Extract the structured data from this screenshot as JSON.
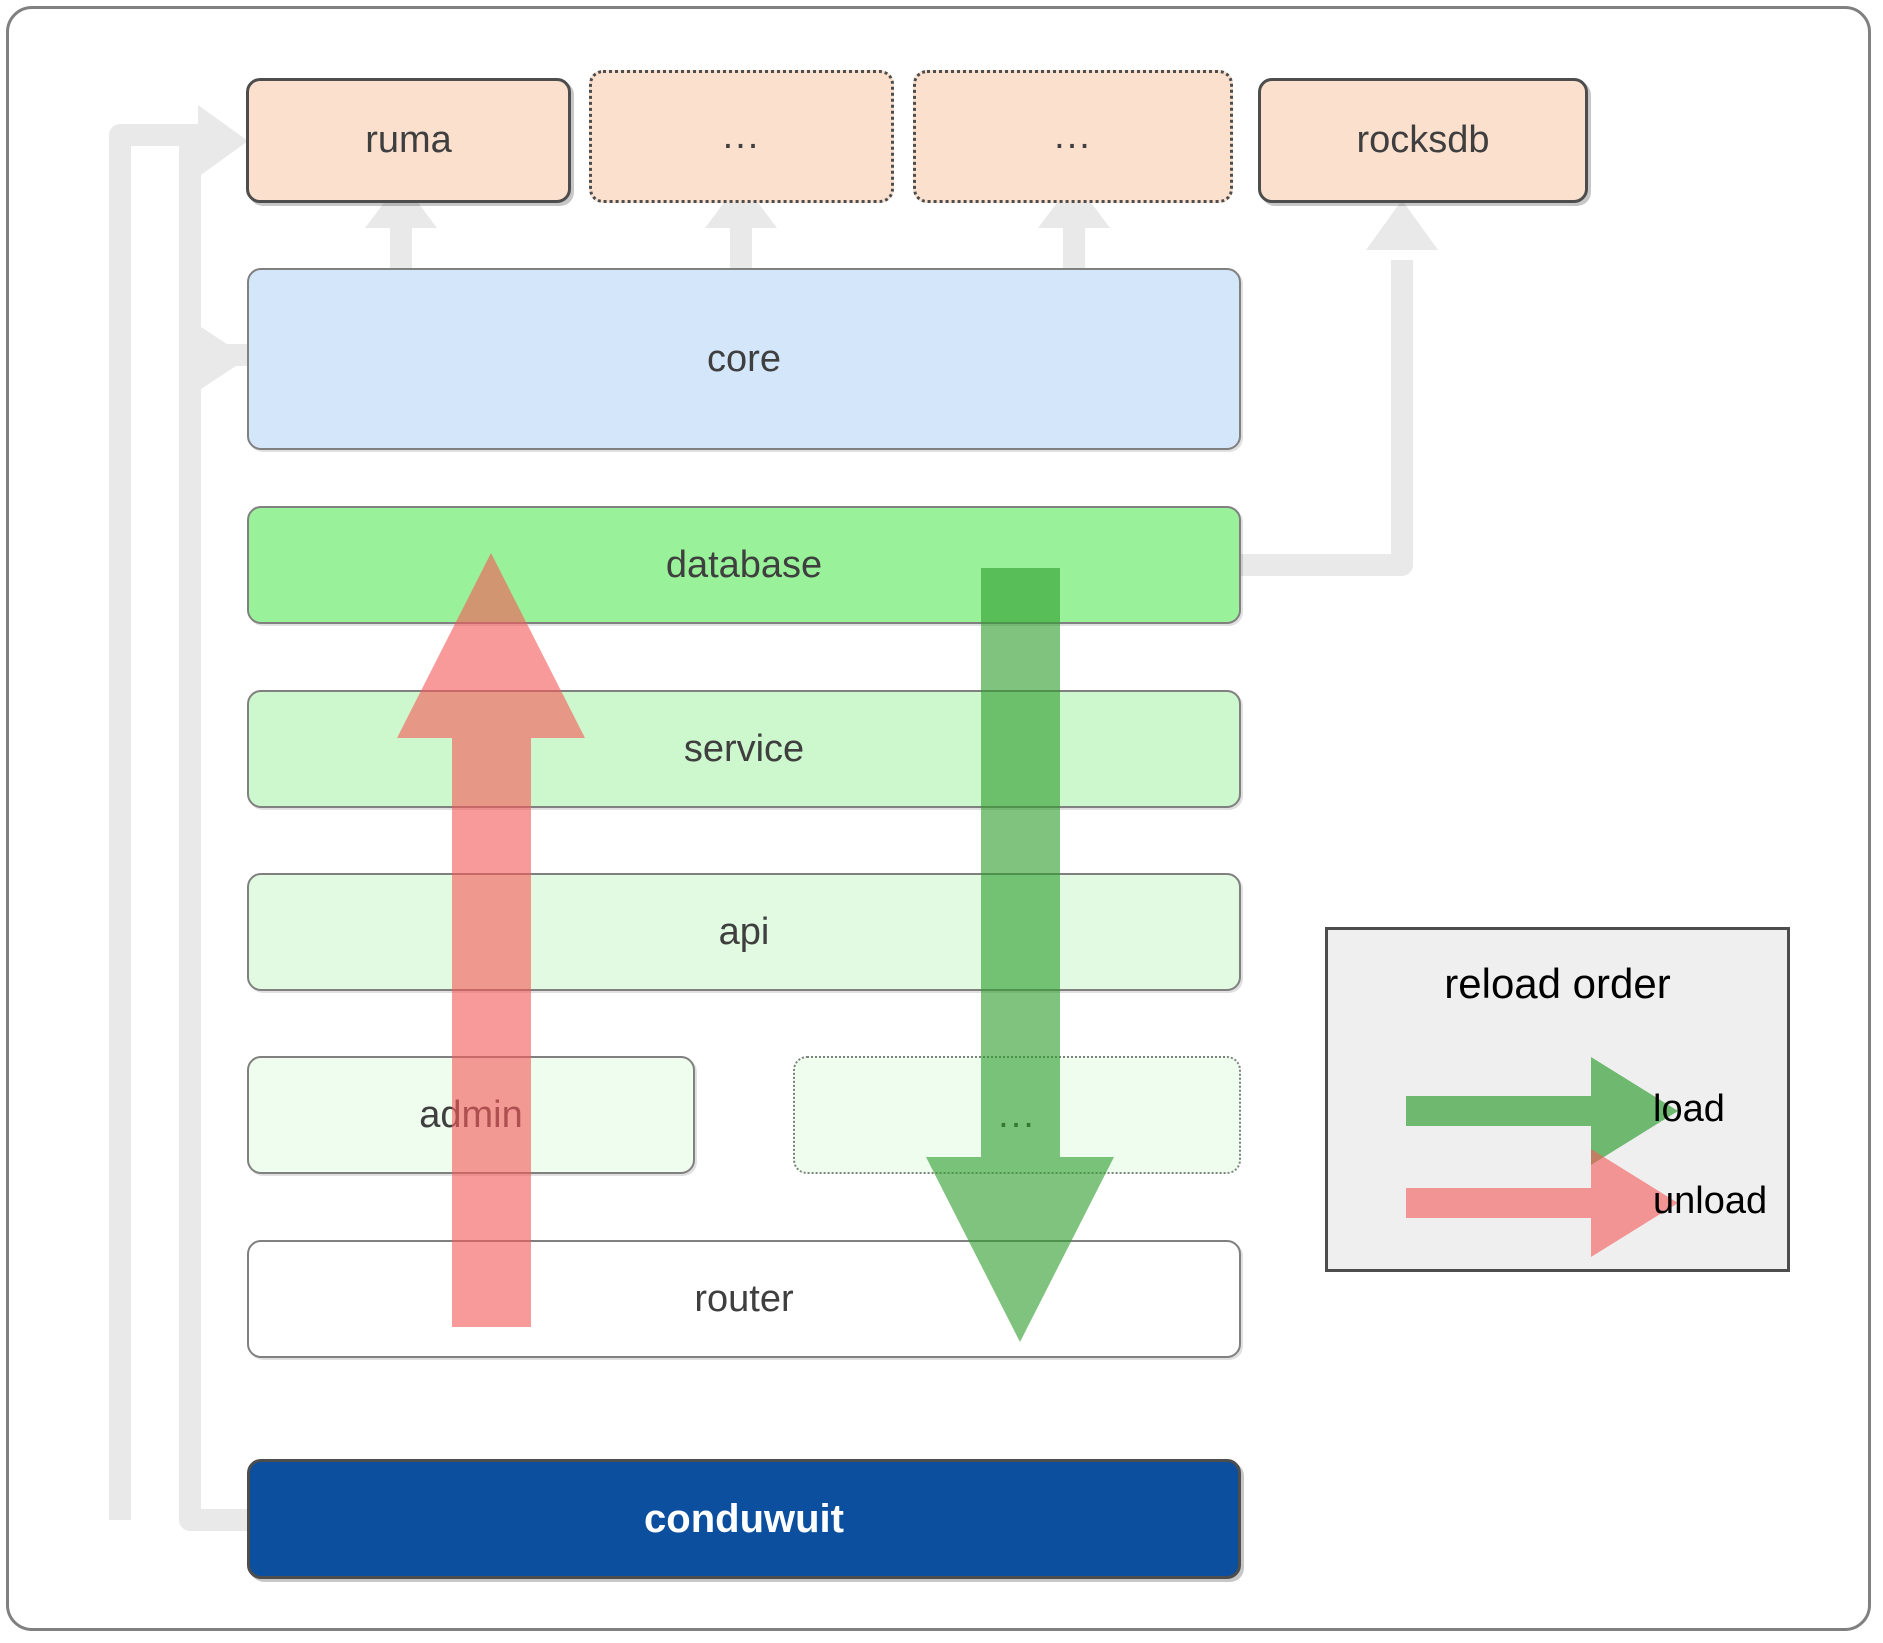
{
  "diagram": {
    "title": "conduwuit crate architecture / reload order",
    "type": "layered-architecture-diagram"
  },
  "top_row": [
    {
      "id": "ruma",
      "label": "ruma",
      "style": "solid",
      "fill": "#fce0ce"
    },
    {
      "id": "dots1",
      "label": "...",
      "style": "dotted",
      "fill": "#fce0ce"
    },
    {
      "id": "dots2",
      "label": "...",
      "style": "dotted",
      "fill": "#fce0ce"
    },
    {
      "id": "rocksdb",
      "label": "rocksdb",
      "style": "solid",
      "fill": "#fce0ce"
    }
  ],
  "stack": [
    {
      "id": "core",
      "label": "core",
      "style": "solid",
      "fill": "#d4e6fa"
    },
    {
      "id": "database",
      "label": "database",
      "style": "solid",
      "fill": "#99f299"
    },
    {
      "id": "service",
      "label": "service",
      "style": "solid",
      "fill": "#cdf7cd"
    },
    {
      "id": "api",
      "label": "api",
      "style": "solid",
      "fill": "#e1fae1"
    },
    {
      "id": "admin",
      "label": "admin",
      "style": "solid",
      "fill": "#effdef"
    },
    {
      "id": "dots3",
      "label": "...",
      "style": "dotted",
      "fill": "#effdef"
    },
    {
      "id": "router",
      "label": "router",
      "style": "solid",
      "fill": "#ffffff"
    }
  ],
  "bottom": {
    "id": "conduwuit",
    "label": "conduwuit",
    "fill": "#0b4f9e",
    "text_color": "#ffffff"
  },
  "legend": {
    "title": "reload order",
    "items": [
      {
        "id": "load",
        "label": "load",
        "color": "#55a955"
      },
      {
        "id": "unload",
        "label": "unload",
        "color": "#f98484"
      }
    ]
  },
  "colors": {
    "connector_gray": "#e9e9e9",
    "border_dark": "#4d4d4d",
    "border_gray": "#808080",
    "load_green": "#55a955",
    "unload_red": "#f98484",
    "text": "#3f3f3f",
    "legend_bg": "#efefef",
    "frame_border": "#808080"
  }
}
